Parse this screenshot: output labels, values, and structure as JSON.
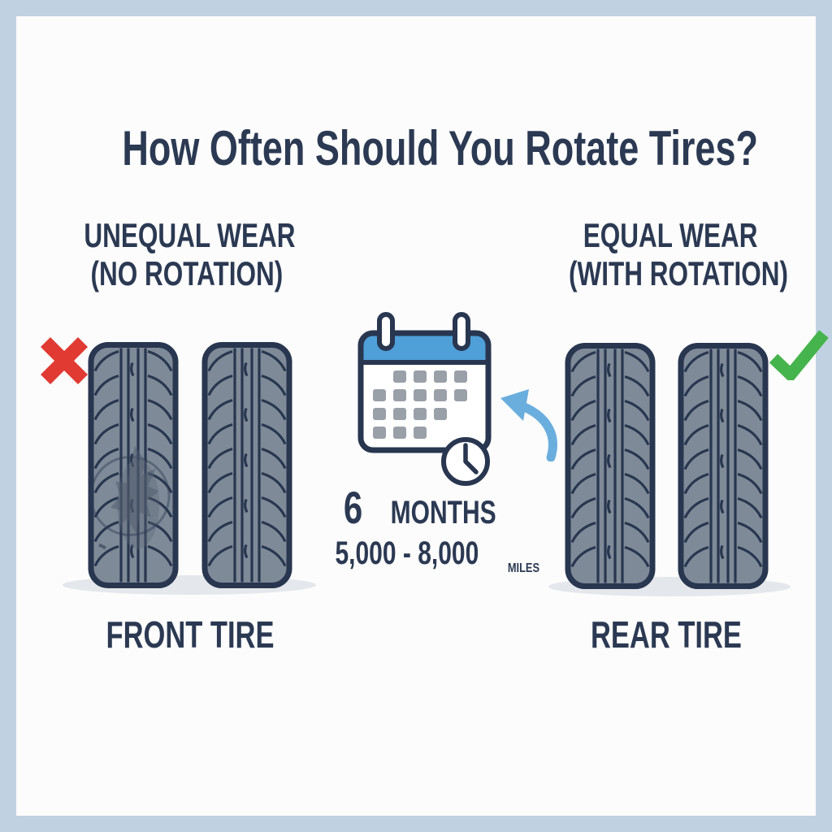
{
  "title": "How Often Should You Rotate Tires?",
  "left_panel": {
    "heading_line1": "UNEQUAL WEAR",
    "heading_line2": "(NO ROTATION)",
    "caption": "FRONT TIRE",
    "status_icon": "x-icon",
    "tires": [
      "worn-tire",
      "even-tire"
    ]
  },
  "right_panel": {
    "heading_line1": "EQUAL WEAR",
    "heading_line2": "(WITH ROTATION)",
    "caption": "REAR TIRE",
    "status_icon": "check-icon",
    "tires": [
      "even-tire",
      "even-tire"
    ]
  },
  "schedule": {
    "interval_value": "6",
    "interval_unit": "MONTHS",
    "mileage_range": "5,000 - 8,000",
    "mileage_unit": "MILES",
    "icons": [
      "calendar-icon",
      "clock-icon",
      "curved-arrow-icon"
    ]
  },
  "colors": {
    "navy_text": "#2b3952",
    "tire_outline": "#28364f",
    "tire_fill": "#7f8a98",
    "calendar_blue": "#4f9fd8",
    "calendar_day_gray": "#9aa0a8",
    "arrow_blue": "#6aaede",
    "cross_red": "#e03a33",
    "check_green": "#46b44c",
    "frame_border": "#c0d2e2",
    "background": "#fcfcfd",
    "shadow": "#e4e7eb"
  }
}
